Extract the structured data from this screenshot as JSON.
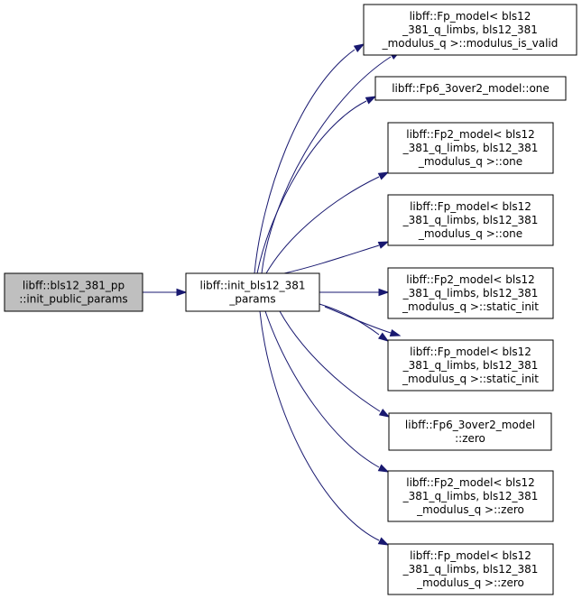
{
  "graph": {
    "nodes": [
      {
        "id": "n0",
        "lines": [
          "libff::bls12_381_pp",
          "::init_public_params"
        ],
        "current": true
      },
      {
        "id": "n1",
        "lines": [
          "libff::init_bls12_381",
          "_params"
        ]
      },
      {
        "id": "n2",
        "lines": [
          "libff::Fp_model< bls12",
          "_381_q_limbs, bls12_381",
          "_modulus_q >::modulus_is_valid"
        ]
      },
      {
        "id": "n3",
        "lines": [
          "libff::Fp6_3over2_model::one"
        ]
      },
      {
        "id": "n4",
        "lines": [
          "libff::Fp2_model< bls12",
          "_381_q_limbs, bls12_381",
          "_modulus_q >::one"
        ]
      },
      {
        "id": "n5",
        "lines": [
          "libff::Fp_model< bls12",
          "_381_q_limbs, bls12_381",
          "_modulus_q >::one"
        ]
      },
      {
        "id": "n6",
        "lines": [
          "libff::Fp2_model< bls12",
          "_381_q_limbs, bls12_381",
          "_modulus_q >::static_init"
        ]
      },
      {
        "id": "n7",
        "lines": [
          "libff::Fp_model< bls12",
          "_381_q_limbs, bls12_381",
          "_modulus_q >::static_init"
        ]
      },
      {
        "id": "n8",
        "lines": [
          "libff::Fp6_3over2_model",
          "::zero"
        ]
      },
      {
        "id": "n9",
        "lines": [
          "libff::Fp2_model< bls12",
          "_381_q_limbs, bls12_381",
          "_modulus_q >::zero"
        ]
      },
      {
        "id": "n10",
        "lines": [
          "libff::Fp_model< bls12",
          "_381_q_limbs, bls12_381",
          "_modulus_q >::zero"
        ]
      }
    ],
    "edges": [
      {
        "from": "n0",
        "to": "n1"
      },
      {
        "from": "n1",
        "to": "n2"
      },
      {
        "from": "n1",
        "to": "n2"
      },
      {
        "from": "n1",
        "to": "n3"
      },
      {
        "from": "n1",
        "to": "n4"
      },
      {
        "from": "n1",
        "to": "n5"
      },
      {
        "from": "n1",
        "to": "n6"
      },
      {
        "from": "n1",
        "to": "n7"
      },
      {
        "from": "n1",
        "to": "n7"
      },
      {
        "from": "n1",
        "to": "n8"
      },
      {
        "from": "n1",
        "to": "n9"
      },
      {
        "from": "n1",
        "to": "n10"
      }
    ],
    "colors": {
      "edge": "#191970",
      "current_fill": "#bfbfbf",
      "node_fill": "#ffffff",
      "border": "#000000"
    }
  }
}
